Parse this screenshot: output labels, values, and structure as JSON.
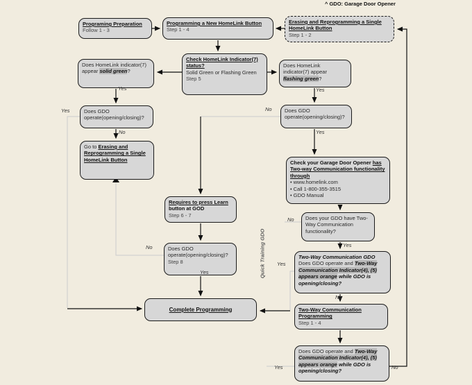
{
  "note": "^ GDO: Garage Door Opener",
  "side_label": "Quick Training GDO",
  "labels": {
    "yes": "Yes",
    "no": "No"
  },
  "glyphs": {
    "bullet": "•"
  },
  "colors": {
    "background": "#f1ecdf",
    "node_fill": "#d7d7d7",
    "border": "#1a1a1a",
    "highlight": "#b9b9b9",
    "faint_line": "#cccccc"
  },
  "nodes": {
    "prep": {
      "title": "Programing Preparation",
      "body": "Follow 1 - 3"
    },
    "new_btn": {
      "title": "Programming a New HomeLink Button",
      "body": "Step 1 - 4"
    },
    "erase": {
      "title": "Erasing and Reprogramming a Single HomeLink Button",
      "body": "Step 1 - 2"
    },
    "check_status": {
      "title": "Check HomeLink Indicator(7) status?",
      "body": "Solid Green or Flashing Green",
      "step": "Step 5"
    },
    "solid_green": {
      "pre": "Does HomeLink indicator(7) appear ",
      "highlight": "solid green",
      "post": "?"
    },
    "flashing_green": {
      "pre": "Does HomeLink indicator(7) appear ",
      "highlight": "flashing green",
      "post": "?"
    },
    "gdo_operate_left": {
      "body": "Does GDO operate(opening/closing)?"
    },
    "goto_erase": {
      "pre": "Go to ",
      "link": "Erasing and Reprogramming a Single HomeLink Button"
    },
    "gdo_operate_right": {
      "body": "Does GDO operate(opening/closing)?"
    },
    "check_two_way": {
      "title_plain": "Check your Garage Door Opener ",
      "title_underline": "has Two-way Communication functionality through",
      "bullets": [
        "www.homelink.com",
        "Call 1-800-355-3515",
        "GDO Manual"
      ]
    },
    "have_two_way": {
      "body": "Does your GDO have Two-Way Communication functionality?"
    },
    "two_way_gdo": {
      "title": "Two-Way Communication GDO",
      "pre": "Does GDO operate and ",
      "hl1": "Two-Way Communication Indicator(4), (5)",
      "sep": " ",
      "hl2": "appears orange",
      "post": " while GDO is opening/closing?"
    },
    "requires_learn": {
      "title": "Requires to press Learn",
      "subtitle": "button at GOD",
      "step": "Step 6 - 7"
    },
    "gdo_operate_step8": {
      "body": "Does GDO operate(opening/closing)?",
      "step": "Step 8"
    },
    "complete": {
      "title": "Complete Programming"
    },
    "two_way_prog": {
      "title": "Two-Way Communication Programming",
      "step": "Step 1 - 4"
    },
    "final_check": {
      "pre": "Does GDO operate and ",
      "hl1": "Two-Way Communication Indicator(4), (5)",
      "sep": " ",
      "hl2": "appears orange",
      "post": " while GDO is opening/closing?"
    }
  }
}
